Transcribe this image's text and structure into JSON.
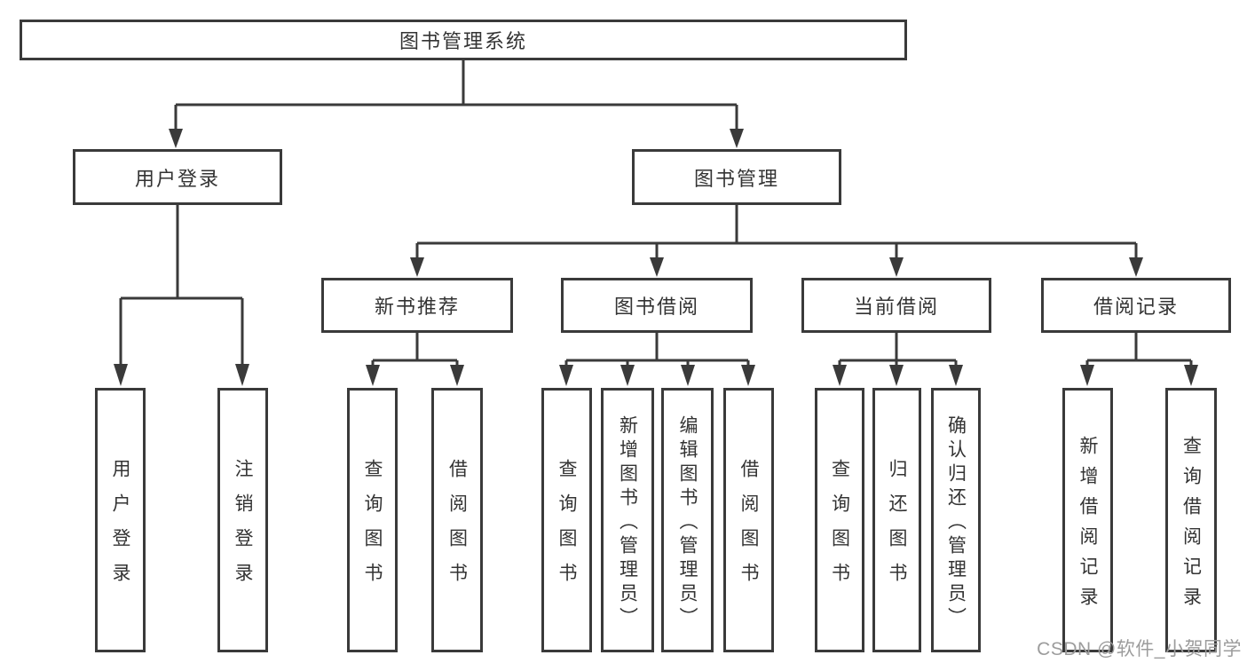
{
  "diagram": {
    "background": "#ffffff",
    "line_color": "#3a3a3a",
    "text_color": "#333333",
    "tree": {
      "root": {
        "label": "图书管理系统"
      },
      "branches": [
        {
          "label": "用户登录",
          "children": [
            {
              "label": "用户登录"
            },
            {
              "label": "注销登录"
            }
          ]
        },
        {
          "label": "图书管理",
          "children": [
            {
              "label": "新书推荐",
              "children": [
                {
                  "label": "查询图书"
                },
                {
                  "label": "借阅图书"
                }
              ]
            },
            {
              "label": "图书借阅",
              "children": [
                {
                  "label": "查询图书"
                },
                {
                  "label": "新增图书（管理员）"
                },
                {
                  "label": "编辑图书（管理员）"
                },
                {
                  "label": "借阅图书"
                }
              ]
            },
            {
              "label": "当前借阅",
              "children": [
                {
                  "label": "查询图书"
                },
                {
                  "label": "归还图书"
                },
                {
                  "label": "确认归还（管理员）"
                }
              ]
            },
            {
              "label": "借阅记录",
              "children": [
                {
                  "label": "新增借阅记录"
                },
                {
                  "label": "查询借阅记录"
                }
              ]
            }
          ]
        }
      ]
    },
    "watermark": {
      "text": "CSDN @软件_小贺同学",
      "color": "#9c9c9c"
    }
  }
}
